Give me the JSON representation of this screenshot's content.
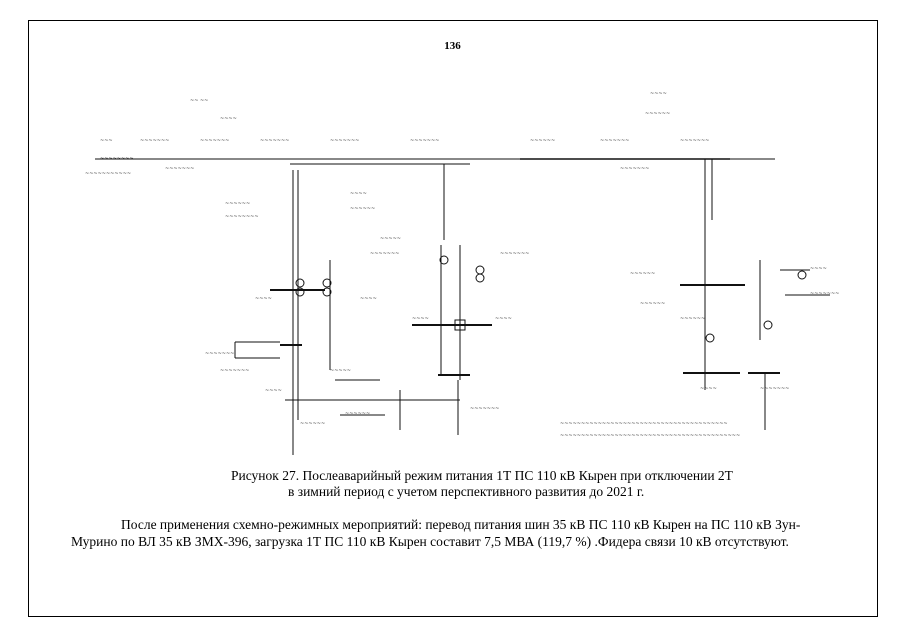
{
  "page": {
    "number": "136"
  },
  "figure": {
    "caption_line1": "Рисунок 27. Послеаварийный режим  питания 1Т ПС 110 кВ Кырен при отключении 2Т",
    "caption_line2": "в зимний период с учетом перспективного развития до 2021 г."
  },
  "body_text": {
    "line1": "После применения схемно-режимных мероприятий: перевод питания шин 35 кВ ПС 110 кВ Кырен на ПС 110 кВ Зун-",
    "line2": "Мурино по ВЛ 35 кВ ЗМХ-396, загрузка 1Т ПС 110 кВ Кырен составит 7,5 МВА (119,7 %) .Фидера связи 10 кВ отсутствуют."
  }
}
